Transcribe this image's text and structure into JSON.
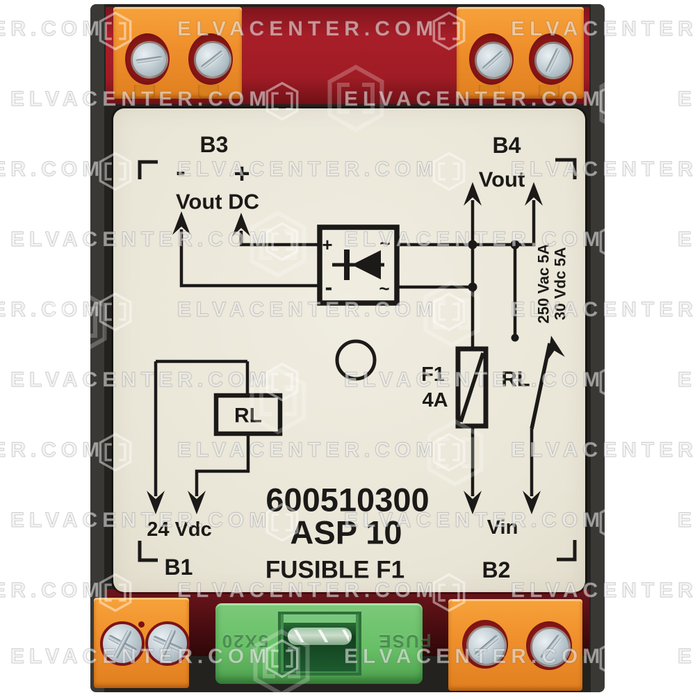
{
  "watermark": {
    "text": "ELVACENTER.COM"
  },
  "label": {
    "terminals": {
      "b1": "B1",
      "b2": "B2",
      "b3": "B3",
      "b4": "B4"
    },
    "b3": {
      "minus": "-",
      "plus": "+",
      "caption": "Vout DC"
    },
    "b4": {
      "caption": "Vout"
    },
    "ratings": {
      "line1": "250 Vac 5A",
      "line2": "30 Vdc 5A"
    },
    "fuse": {
      "ref": "F1",
      "rating": "4A"
    },
    "relay_contact": "RL",
    "relay_coil": "RL",
    "b1_caption": "24 Vdc",
    "b2_caption": "Vin",
    "part_number": "600510300",
    "model": "ASP 10",
    "fuse_note": "FUSIBLE F1",
    "bridge": {
      "plus": "+",
      "ac_top": "~",
      "minus": "-",
      "ac_bottom": "~"
    }
  },
  "fuse_holder": {
    "embossed_size": "5X20",
    "embossed_fuse": "FUSE"
  },
  "colors": {
    "case_black": "#23221f",
    "panel_red": "#a01c25",
    "panel_red_dark": "#4a0d11",
    "terminal_orange": "#ef8f2b",
    "holder_green": "#68c066",
    "label_cream": "#ece8da",
    "ink_black": "#1b1a18"
  }
}
